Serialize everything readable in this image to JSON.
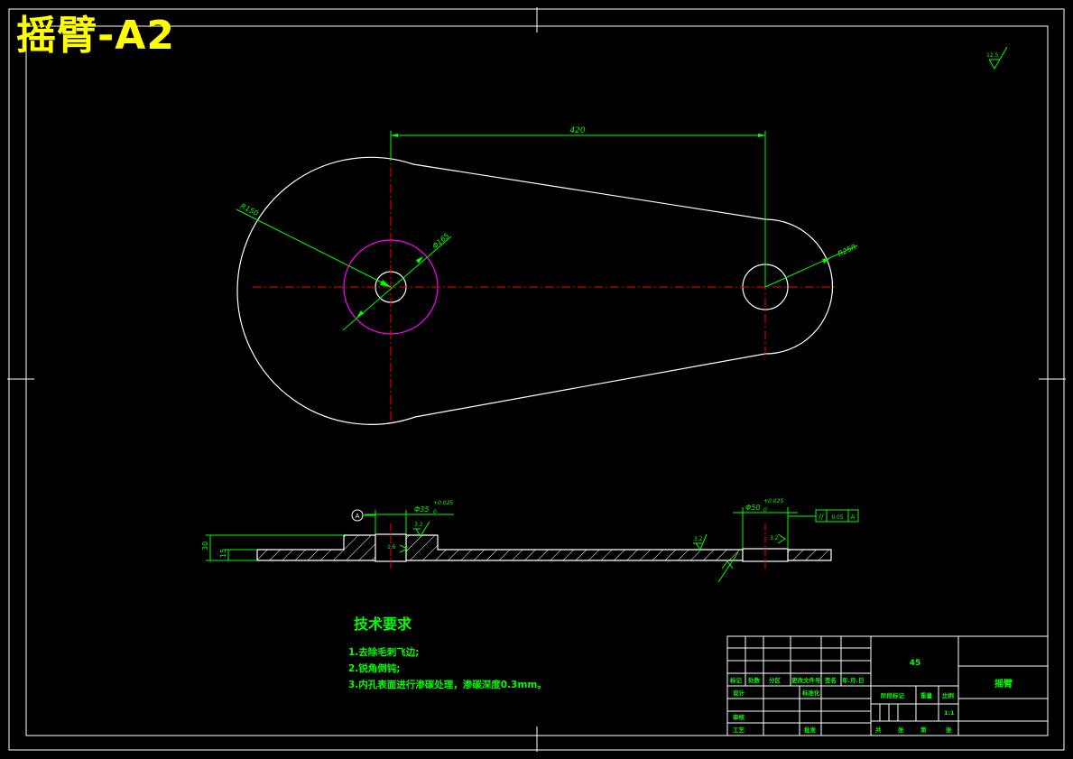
{
  "drawing_title": "摇臂-A2",
  "dimensions": {
    "center_distance": "420",
    "large_radius": "R150",
    "boss_diameter": "Φ165",
    "small_radius": "R25R",
    "hole_fit_left": "Φ35",
    "hole_fit_right": "Φ50",
    "tolerance_upper": "+0.025",
    "tolerance_lower": "0",
    "height_total": "30",
    "height_plate": "15",
    "roughness_top_right": "12.5",
    "roughness_hole_left_a": "3.2",
    "roughness_hole_left_b": "1.6",
    "roughness_surface": "3.2",
    "roughness_hole_right": "3.2"
  },
  "datum": {
    "label": "A",
    "parallelism_symbol": "//",
    "parallelism_value": "0.05",
    "parallelism_datum": "A"
  },
  "tech_requirements": {
    "heading": "技术要求",
    "items": [
      "1.去除毛刺飞边;",
      "2.锐角倒钝;",
      "3.内孔表面进行渗碳处理，渗碳深度0.3mm。"
    ]
  },
  "title_block": {
    "material": "45",
    "part_name": "摇臂",
    "header_row": [
      "标记",
      "处数",
      "分区",
      "更改文件号",
      "签名",
      "年.月.日"
    ],
    "design": "设计",
    "standardization": "标准化",
    "review": "审核",
    "process": "工艺",
    "approve": "批准",
    "stage_mark": "阶段标记",
    "weight": "重量",
    "scale_label": "比例",
    "scale_value": "1:1",
    "sheet_total": "共",
    "sheet_word": "张",
    "sheet_num": "第",
    "sheet_word2": "张"
  },
  "colors": {
    "background": "#000000",
    "outline": "#ffffff",
    "centerline": "#ff0000",
    "dimension": "#00ff00",
    "boss": "#ff00ff",
    "title": "#ffff00"
  }
}
